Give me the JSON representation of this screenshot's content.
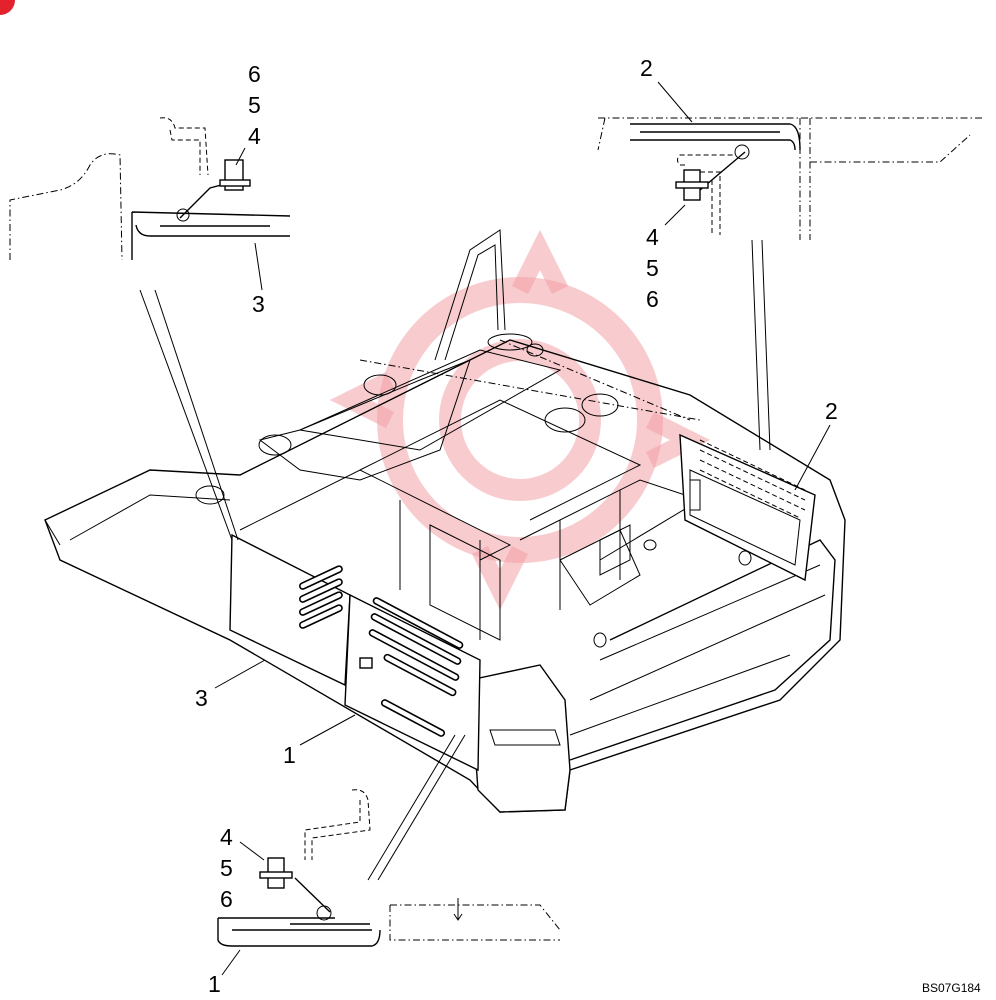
{
  "diagram": {
    "callouts": {
      "detail_left_top": [
        "6",
        "5",
        "4"
      ],
      "detail_left_bottom": "3",
      "detail_right_top": "2",
      "detail_right_bottom": [
        "4",
        "5",
        "6"
      ],
      "main_right": "2",
      "main_left": "3",
      "main_front": "1",
      "detail_bottom_top": [
        "4",
        "5",
        "6"
      ],
      "detail_bottom_bottom": "1"
    },
    "drawing_code": "BS07G184",
    "colors": {
      "line": "#000000",
      "watermark": "#f2a0a6",
      "corner_badge": "#e3222d"
    }
  }
}
